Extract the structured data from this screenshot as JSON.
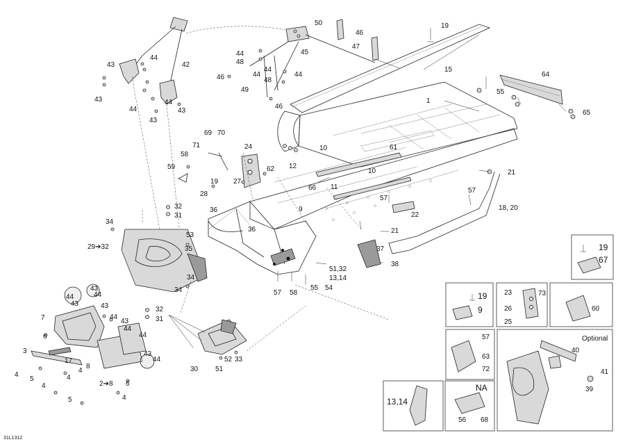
{
  "drawing_code": "31L1312",
  "labels": {
    "l1": "1",
    "l3": "3",
    "l4a": "4",
    "l4b": "4",
    "l4c": "4",
    "l4d": "4",
    "l5a": "5",
    "l5b": "5",
    "l6a": "6",
    "l6b": "6",
    "l7": "7",
    "l8": "8",
    "l9": "9",
    "l10a": "10",
    "l10b": "10",
    "l11": "11",
    "l12": "12",
    "l15": "15",
    "l17": "17",
    "l18_20": "18, 20",
    "l19a": "19",
    "l19b": "19",
    "l21a": "21",
    "l21b": "21",
    "l22": "22",
    "l24": "24",
    "l27": "27",
    "l28": "28",
    "l29_32": "29➔32",
    "l2_8": "2➔8",
    "l30": "30",
    "l31a": "31",
    "l31b": "31",
    "l31c": "51",
    "l32a": "32",
    "l32b": "32",
    "l33": "33",
    "l34a": "34",
    "l34b": "34",
    "l35": "35",
    "l36a": "36",
    "l36b": "36",
    "l37": "37",
    "l38": "38",
    "l42": "42",
    "l43a": "43",
    "l43b": "43",
    "l43c": "43",
    "l43d": "43",
    "l43e": "43",
    "l43f": "43",
    "l43g": "43",
    "l43h": "43",
    "l43i": "43",
    "l44a": "44",
    "l44b": "44",
    "l44c": "44",
    "l44d": "44",
    "l44e": "44",
    "l44f": "44",
    "l44g": "44",
    "l44h": "44",
    "l44i": "44",
    "l44j": "44",
    "l44k": "44",
    "l44l": "44",
    "l44m": "44",
    "l45": "45",
    "l46a": "46",
    "l46b": "46",
    "l46c": "46",
    "l47": "47",
    "l48a": "48",
    "l48b": "48",
    "l49": "49",
    "l50": "50",
    "l51_32": "51,32",
    "l13_14a": "13,14",
    "l52": "52",
    "l53": "53",
    "l54": "54",
    "l55a": "55",
    "l55b": "55",
    "l57a": "57",
    "l57b": "57",
    "l57c": "57",
    "l58a": "58",
    "l58b": "58",
    "l59": "59",
    "l61": "61",
    "l62": "62",
    "l64": "64",
    "l65": "65",
    "l66": "66",
    "l69": "69",
    "l70": "70",
    "l71": "71"
  },
  "insets": {
    "i67": {
      "top": "19",
      "bottom": "67"
    },
    "i9": {
      "top": "19",
      "bottom": "9"
    },
    "i23": {
      "a": "23",
      "b": "73",
      "c": "26",
      "d": "25"
    },
    "i60": {
      "a": "60"
    },
    "i57": {
      "a": "57",
      "b": "63",
      "c": "72"
    },
    "opt": {
      "title": "Optional",
      "a": "39",
      "b": "40",
      "c": "41"
    },
    "i13": {
      "a": "13,14"
    },
    "na": {
      "title": "NA",
      "a": "56",
      "b": "68"
    }
  }
}
